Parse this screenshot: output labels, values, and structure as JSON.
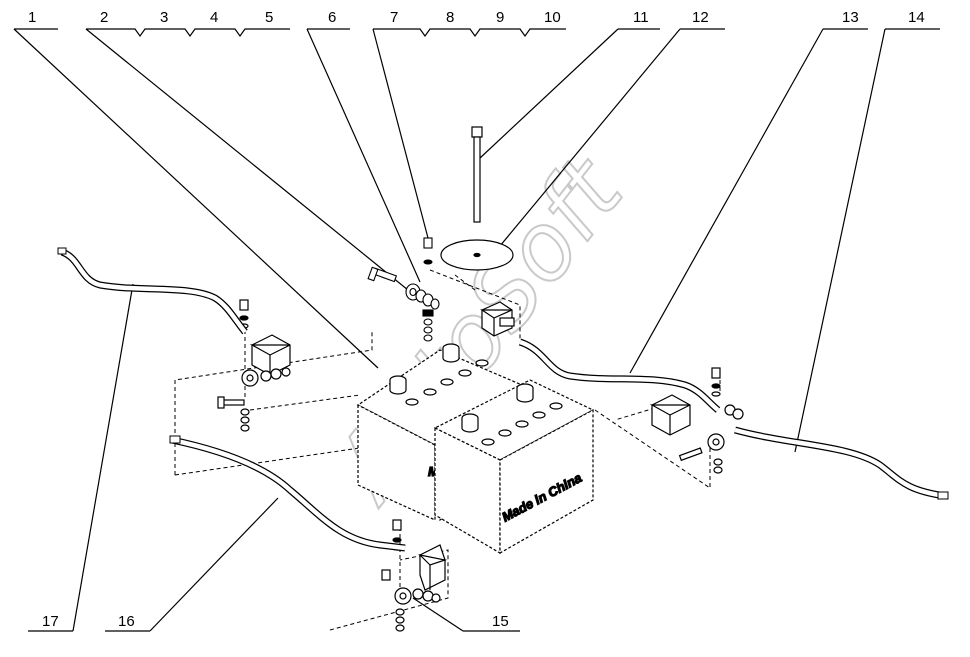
{
  "diagram": {
    "callouts": [
      {
        "label": "1"
      },
      {
        "label": "2"
      },
      {
        "label": "3"
      },
      {
        "label": "4"
      },
      {
        "label": "5"
      },
      {
        "label": "6"
      },
      {
        "label": "7"
      },
      {
        "label": "8"
      },
      {
        "label": "9"
      },
      {
        "label": "10"
      },
      {
        "label": "11"
      },
      {
        "label": "12"
      },
      {
        "label": "13"
      },
      {
        "label": "14"
      },
      {
        "label": "15"
      },
      {
        "label": "16"
      },
      {
        "label": "17"
      }
    ],
    "battery_marking": "Made in China",
    "battery_marking_partial": "M",
    "watermark": "AutoSoft",
    "colors": {
      "line": "#000000",
      "watermark": "#c9c9c9",
      "background": "#ffffff"
    }
  }
}
